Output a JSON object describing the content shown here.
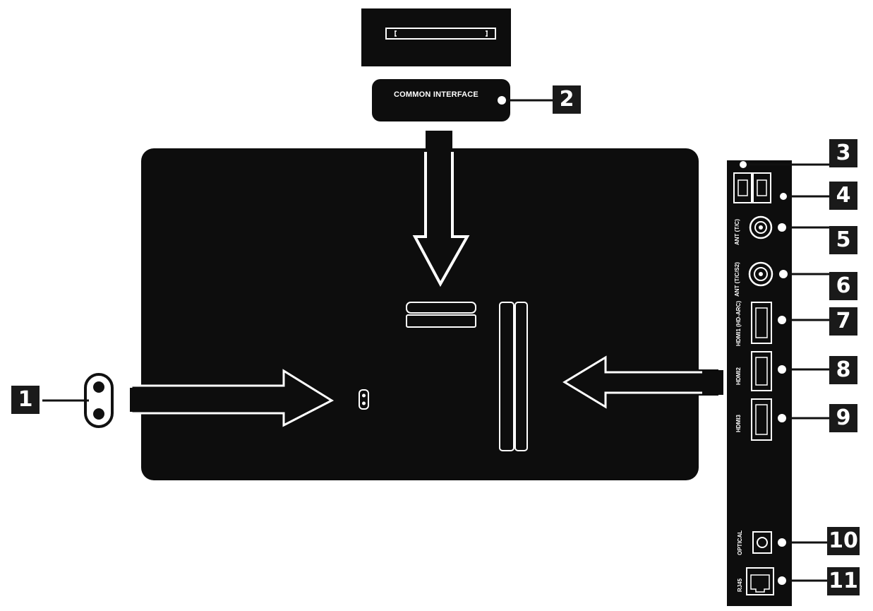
{
  "common_interface": {
    "label": "COMMON INTERFACE"
  },
  "panel_labels": {
    "ant_t": "ANT (T/C)",
    "ant_s2": "ANT (T/C/S2)",
    "hdmi1": "HDMI1 (HD-ARC)",
    "hdmi2": "HDMI2",
    "hdmi3": "HDMI3",
    "optical": "OPTICAL",
    "rj45": "RJ45"
  },
  "callouts": [
    "1",
    "2",
    "3",
    "4",
    "5",
    "6",
    "7",
    "8",
    "9",
    "10",
    "11"
  ]
}
